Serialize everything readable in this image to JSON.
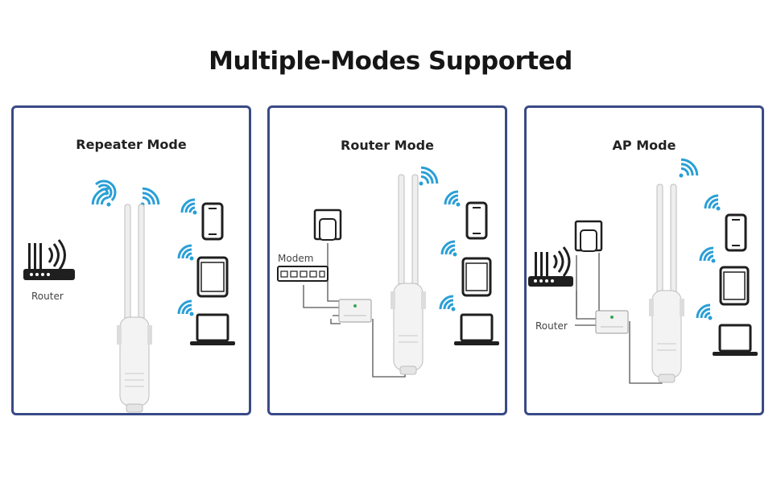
{
  "title": "Multiple-Modes Supported",
  "panels": [
    {
      "title": "Repeater Mode",
      "router_label": "Router"
    },
    {
      "title": "Router Mode",
      "modem_label": "Modem"
    },
    {
      "title": "AP Mode",
      "router_label": "Router"
    }
  ],
  "colors": {
    "border": "#3a4a86",
    "wifi": "#2a9fd6",
    "ink": "#1f1f1f",
    "line": "#555555",
    "device": "#f1f1f1"
  },
  "icons": [
    "wifi-icon",
    "phone-icon",
    "tablet-icon",
    "laptop-icon",
    "router-icon",
    "modem-icon",
    "poe-injector-icon",
    "poe-adapter-icon",
    "access-point-device"
  ]
}
